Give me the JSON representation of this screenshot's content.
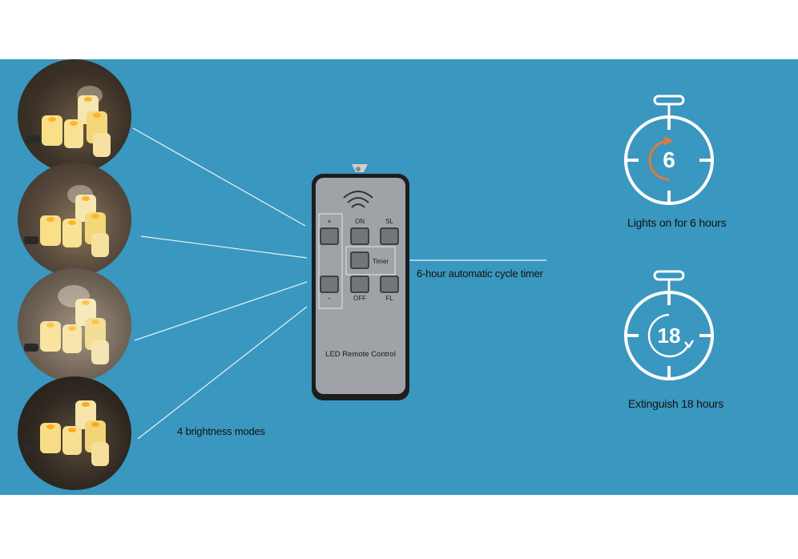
{
  "features": {
    "brightness_label": "4 brightness modes",
    "cycle_timer_label": "6-hour automatic cycle timer",
    "lights_on_label": "Lights on for 6 hours",
    "extinguish_label": "Extinguish 18 hours"
  },
  "remote": {
    "plus_label": "+",
    "minus_label": "−",
    "on_label": "ON",
    "sl_label": "SL",
    "timer_label": "Timer",
    "off_label": "OFF",
    "fl_label": "FL",
    "brand_label": "LED Remote Control"
  },
  "timers": {
    "on_hours": "6",
    "off_hours": "18"
  },
  "colors": {
    "background": "#3a97bf",
    "accent_orange": "#e07a3a",
    "remote_body": "#9fa3a8"
  }
}
